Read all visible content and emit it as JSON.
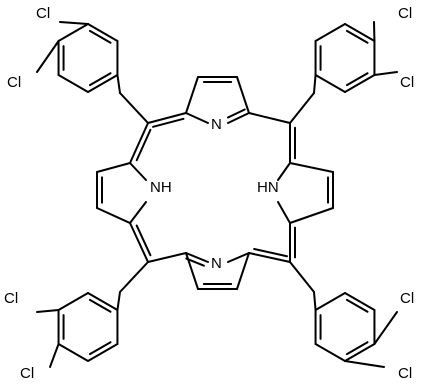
{
  "molecule": {
    "bond_color": "#000000",
    "background_color": "#ffffff",
    "labels": {
      "nitrogen": "N",
      "nh": "NH",
      "hn": "HN",
      "chlorine": "Cl"
    }
  }
}
